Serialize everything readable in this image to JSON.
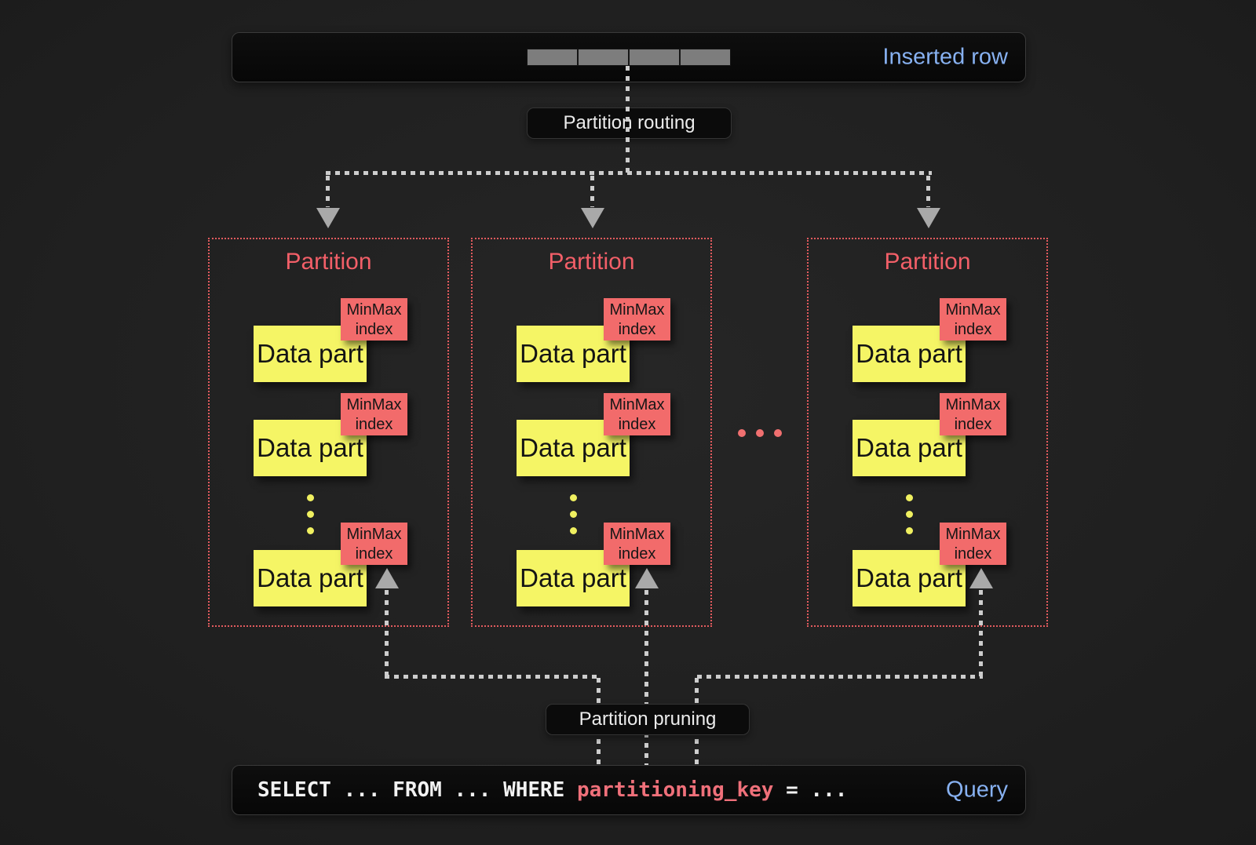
{
  "top_bar": {
    "label": "Inserted row",
    "segment_count": 4
  },
  "flow_labels": {
    "routing": "Partition routing",
    "pruning": "Partition pruning"
  },
  "partitions": [
    {
      "title": "Partition",
      "parts": [
        {
          "label": "Data part",
          "tag_line1": "MinMax",
          "tag_line2": "index"
        },
        {
          "label": "Data part",
          "tag_line1": "MinMax",
          "tag_line2": "index"
        },
        {
          "label": "Data part",
          "tag_line1": "MinMax",
          "tag_line2": "index"
        }
      ]
    },
    {
      "title": "Partition",
      "parts": [
        {
          "label": "Data part",
          "tag_line1": "MinMax",
          "tag_line2": "index"
        },
        {
          "label": "Data part",
          "tag_line1": "MinMax",
          "tag_line2": "index"
        },
        {
          "label": "Data part",
          "tag_line1": "MinMax",
          "tag_line2": "index"
        }
      ]
    },
    {
      "title": "Partition",
      "parts": [
        {
          "label": "Data part",
          "tag_line1": "MinMax",
          "tag_line2": "index"
        },
        {
          "label": "Data part",
          "tag_line1": "MinMax",
          "tag_line2": "index"
        },
        {
          "label": "Data part",
          "tag_line1": "MinMax",
          "tag_line2": "index"
        }
      ]
    }
  ],
  "ellipsis": "...",
  "query_bar": {
    "sql_before": "SELECT ... FROM ... WHERE ",
    "sql_key": "partitioning_key",
    "sql_after": " = ...",
    "label": "Query"
  },
  "colors": {
    "accent_blue": "#87b1f1",
    "coral": "#f26b6b",
    "coral_border": "#e25b5e",
    "yellow": "#f5f565",
    "dash_gray": "#cdcdcd",
    "arrow_gray": "#a9a9a9",
    "segment_gray": "#7d7d7d",
    "bar_black": "#0a0a0a"
  }
}
